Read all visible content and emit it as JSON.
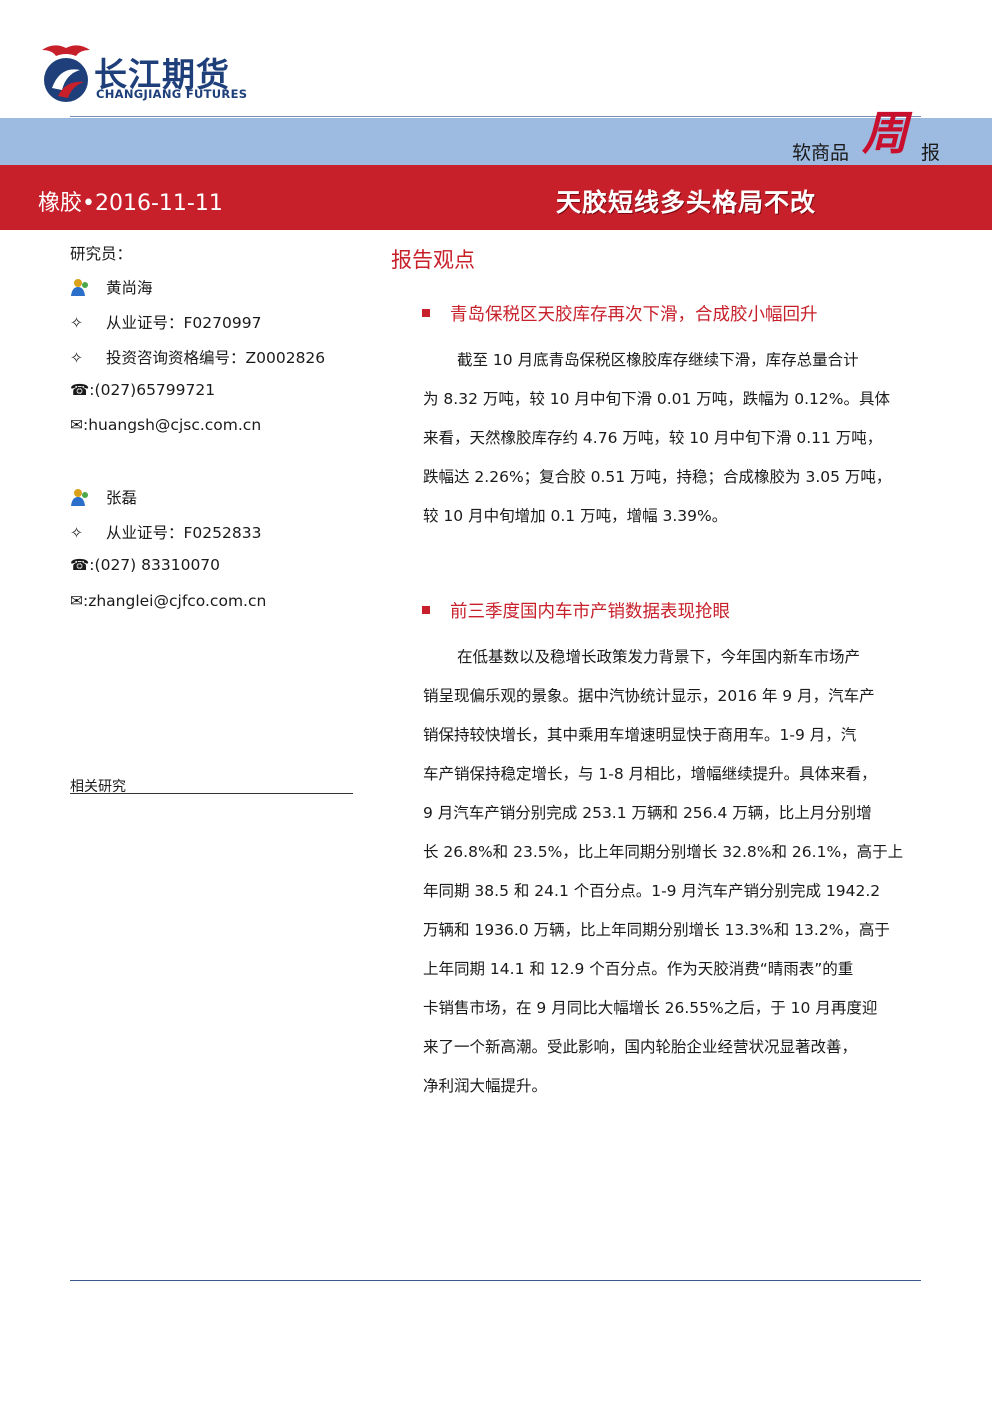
{
  "header": {
    "logo_cn": "长江期货",
    "logo_en": "CHANGJIANG FUTURES",
    "category": "软商品",
    "week_char": "周",
    "report_char": "报",
    "band_left": "橡胶•2016-11-11",
    "band_title": "天胶短线多头格局不改"
  },
  "researchers": {
    "label": "研究员：",
    "people": [
      {
        "name": "黄尚海",
        "cert": "从业证号：F0270997",
        "consult": "投资咨询资格编号：Z0002826",
        "phone": "(027)65799721",
        "email": "huangsh@cjsc.com.cn"
      },
      {
        "name": "张磊",
        "cert": "从业证号：F0252833",
        "phone": "(027) 83310070",
        "email": "zhanglei@cjfco.com.cn"
      }
    ],
    "sym_star": "✧",
    "sym_phone": "☎:",
    "sym_mail": "✉:",
    "related": "相关研究"
  },
  "main": {
    "section_title": "报告观点",
    "sections": [
      {
        "heading": "青岛保税区天胶库存再次下滑，合成胶小幅回升",
        "lines": [
          "截至 10 月底青岛保税区橡胶库存继续下滑，库存总量合计",
          "为 8.32 万吨，较 10 月中旬下滑 0.01 万吨，跌幅为 0.12%。具体",
          "来看，天然橡胶库存约 4.76 万吨，较 10 月中旬下滑 0.11 万吨，",
          "跌幅达 2.26%；复合胶 0.51 万吨，持稳；合成橡胶为 3.05 万吨，",
          "较 10 月中旬增加 0.1 万吨，增幅 3.39%。"
        ]
      },
      {
        "heading": "前三季度国内车市产销数据表现抢眼",
        "lines": [
          "在低基数以及稳增长政策发力背景下，今年国内新车市场产",
          "销呈现偏乐观的景象。据中汽协统计显示，2016 年 9 月，汽车产",
          "销保持较快增长，其中乘用车增速明显快于商用车。1-9 月，汽",
          "车产销保持稳定增长，与 1-8 月相比，增幅继续提升。具体来看，",
          "9 月汽车产销分别完成 253.1 万辆和 256.4 万辆，比上月分别增",
          "长 26.8%和 23.5%，比上年同期分别增长 32.8%和 26.1%，高于上",
          "年同期 38.5 和 24.1 个百分点。1-9 月汽车产销分别完成 1942.2",
          "万辆和 1936.0 万辆，比上年同期分别增长 13.3%和 13.2%，高于",
          "上年同期 14.1 和 12.9 个百分点。作为天胶消费“晴雨表”的重",
          "卡销售市场，在 9 月同比大幅增长 26.55%之后，于 10 月再度迎",
          "来了一个新高潮。受此影响，国内轮胎企业经营状况显著改善，",
          "净利润大幅提升。"
        ]
      }
    ]
  }
}
